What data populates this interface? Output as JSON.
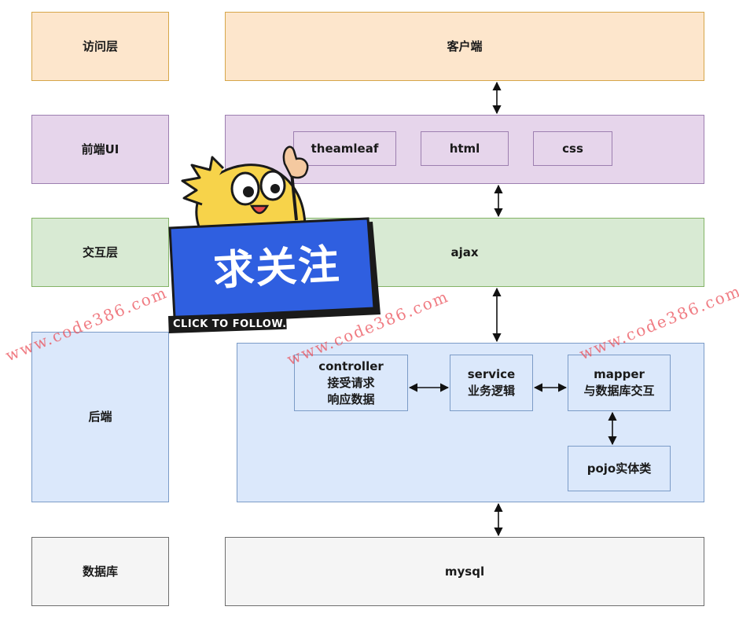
{
  "layers": {
    "access": "访问层",
    "frontend": "前端UI",
    "interaction": "交互层",
    "backend": "后端",
    "database": "数据库"
  },
  "client": "客户端",
  "frontend": {
    "theamleaf": "theamleaf",
    "html": "html",
    "css": "css"
  },
  "ajax": "ajax",
  "backend": {
    "controller": {
      "title": "controller",
      "line1": "接受请求",
      "line2": "响应数据"
    },
    "service": {
      "title": "service",
      "line1": "业务逻辑"
    },
    "mapper": {
      "title": "mapper",
      "line1": "与数据库交互"
    },
    "pojo": "pojo实体类"
  },
  "mysql": "mysql",
  "watermark": "www.code386.com",
  "sticker": {
    "main": "求关注",
    "sub": "CLICK TO FOLLOW..."
  },
  "colors": {
    "orange": "#fde6cc",
    "purple": "#e6d5eb",
    "green": "#d8ead3",
    "blue": "#dbe8fb",
    "gray": "#f5f5f5",
    "watermark": "#eb505a",
    "sticker_blue": "#2f5fe0"
  }
}
